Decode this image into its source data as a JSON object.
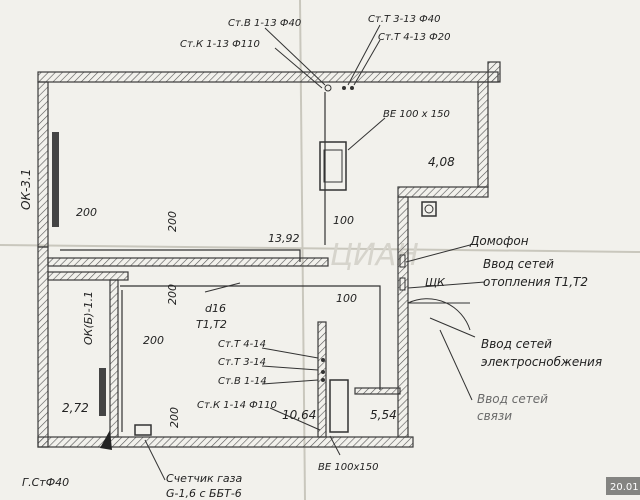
{
  "labels": {
    "st_v1_13": "Ст.В 1-13 Ф40",
    "st_k1_13": "Ст.К 1-13 Ф110",
    "st_t3_13": "Ст.Т 3-13 Ф40",
    "st_t4_13": "Ст.Т 4-13 Ф20",
    "ve_top": "ВЕ 100 х 150",
    "area_408": "4,08",
    "dim_200_a": "200",
    "dim_200_b": "200",
    "dim_100_a": "100",
    "area_1392": "13,92",
    "domofon": "Домофон",
    "heating_1": "Ввод сетей",
    "heating_2": "отопления Т1,Т2",
    "shk": "ЩК",
    "electric_1": "Ввод сетей",
    "electric_2": "электроснобжения",
    "comm_1": "Ввод сетей",
    "comm_2": "связи",
    "ok_31": "ОК-3.1",
    "ok_61": "ОК(Б)-1.1",
    "dim_200_c": "200",
    "d16": "d16",
    "t1t2": "Т1,Т2",
    "dim_200_d": "200",
    "dim_100_b": "100",
    "st_t4_14": "Ст.Т 4-14",
    "st_t3_14": "Ст.Т 3-14",
    "st_v1_14": "Ст.В 1-14",
    "st_k1_14": "Ст.К 1-14 Ф110",
    "dim_200_e": "200",
    "area_272": "2,72",
    "area_1064": "10,64",
    "area_554": "5,54",
    "ve_bottom": "ВЕ 100х150",
    "gst": "Г.СтФ40",
    "meter_1": "Счетчик газа",
    "meter_2": "G-1,6 с ББТ-6",
    "timestamp": "20.01"
  }
}
